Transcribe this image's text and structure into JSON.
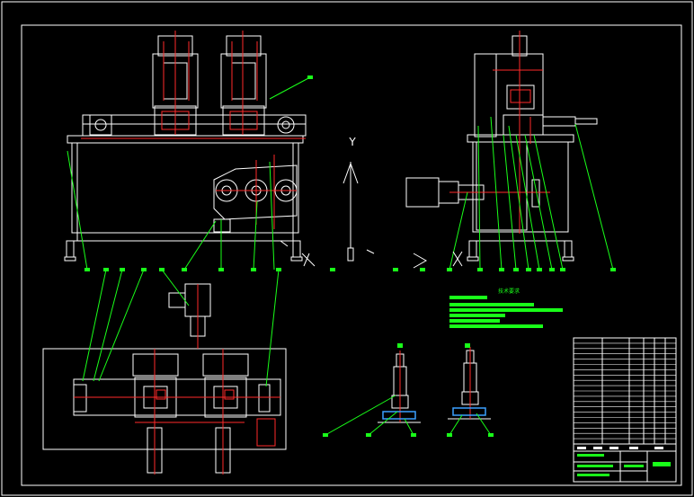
{
  "drawing": {
    "background": "#000000",
    "colors": {
      "outline": "#ffffff",
      "dimension": "#ff2a2a",
      "leader": "#19ff19",
      "note": "#19ff19"
    },
    "axis_label": "Y",
    "notes_title": "技术要求",
    "notes_line_count": 6,
    "title_block_rows": 20,
    "views": [
      "front-view",
      "side-view",
      "plan-view",
      "detail-view-left",
      "detail-view-right",
      "title-block"
    ]
  }
}
